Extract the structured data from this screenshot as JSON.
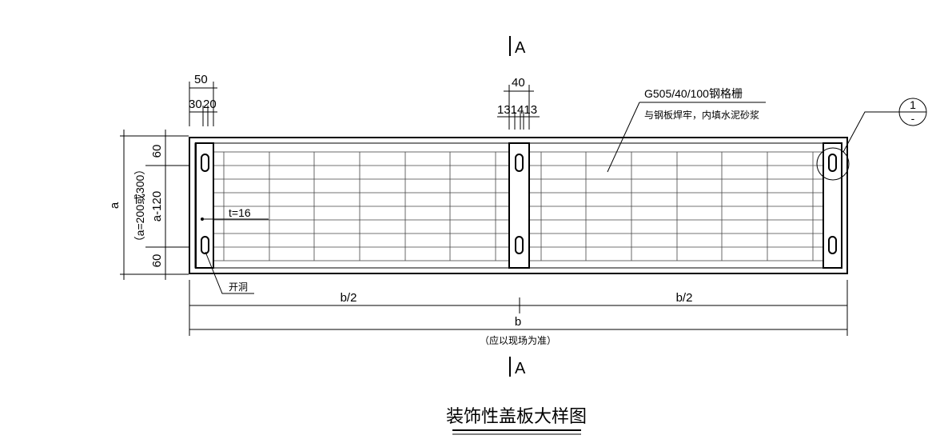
{
  "section_mark_top": "A",
  "section_mark_bottom": "A",
  "dims_top_left": {
    "total": "50",
    "part1": "30",
    "part2": "20"
  },
  "dims_top_mid": {
    "total": "40",
    "parts": "131413"
  },
  "callout": {
    "line1": "G505/40/100钢格栅",
    "line2": "与钢板焊牢，内填水泥砂浆"
  },
  "detail_ref": {
    "number": "1",
    "sheet": "-"
  },
  "thickness_label": "t=16",
  "hole_label": "开洞",
  "dims_left": {
    "top": "60",
    "middle": "a-120",
    "bottom": "60",
    "overall": "a",
    "overall_note": "（a=200或300）"
  },
  "dims_bottom": {
    "half_left": "b/2",
    "half_right": "b/2",
    "overall": "b",
    "overall_note": "（应以现场为准）"
  },
  "title": "装饰性盖板大样图"
}
